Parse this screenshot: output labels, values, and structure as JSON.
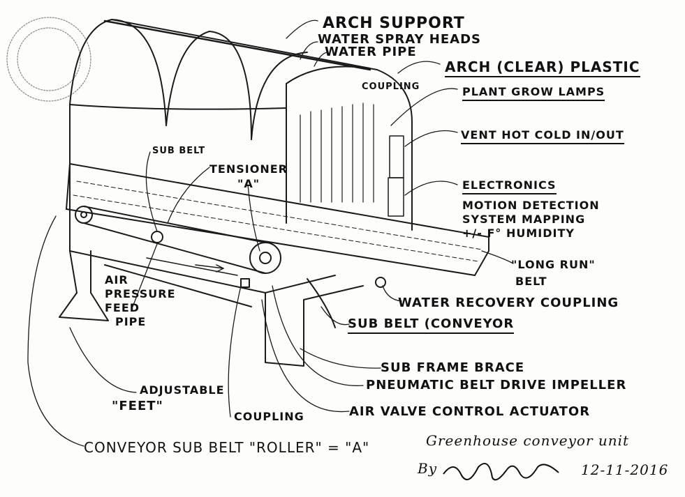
{
  "labels": {
    "arch_support": "ARCH SUPPORT",
    "water_spray_heads": "WATER SPRAY HEADS",
    "water_pipe": "WATER PIPE",
    "coupling_top": "COUPLING",
    "arch_clear_plastic": "ARCH (CLEAR) PLASTIC",
    "plant_grow_lamps": "PLANT GROW LAMPS",
    "vent_hot_cold": "VENT HOT COLD IN/OUT",
    "electronics": "ELECTRONICS",
    "electronics_detail_1": "MOTION DETECTION",
    "electronics_detail_2": "SYSTEM MAPPING",
    "electronics_detail_3": "+/- F° HUMIDITY",
    "long_run_belt_1": "\"LONG RUN\"",
    "long_run_belt_2": "BELT",
    "water_recovery_coupling": "WATER RECOVERY COUPLING",
    "sub_belt_conveyor": "SUB BELT (CONVEYOR",
    "sub_frame_brace": "SUB FRAME BRACE",
    "pneumatic_drive": "PNEUMATIC BELT DRIVE IMPELLER",
    "air_valve": "AIR VALVE CONTROL ACTUATOR",
    "sub_belt": "SUB BELT",
    "tensioner": "TENSIONER",
    "tensioner_a": "\"A\"",
    "air_pressure_1": "AIR",
    "air_pressure_2": "PRESSURE",
    "air_pressure_3": "FEED",
    "air_pressure_4": "PIPE",
    "adjustable_feet_1": "ADJUSTABLE",
    "adjustable_feet_2": "\"FEET\"",
    "coupling_bottom": "COUPLING",
    "roller_a": "CONVEYOR SUB BELT \"ROLLER\" = \"A\"",
    "title_line": "Greenhouse conveyor unit",
    "by_line": "By",
    "date": "12-11-2016"
  },
  "colors": {
    "ink": "#111111",
    "paper": "#fdfdfb"
  }
}
